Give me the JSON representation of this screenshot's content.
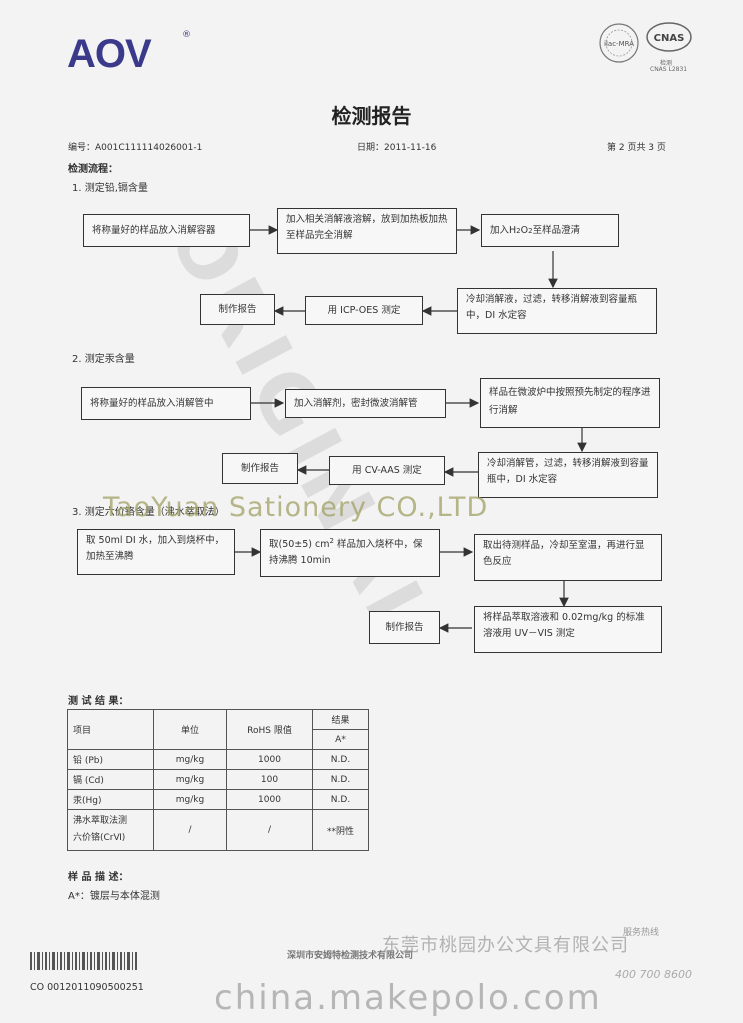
{
  "header": {
    "brand": "AOV",
    "brand_mark": "®",
    "cert_logo_1": "ilac-MRA",
    "cert_logo_2": "CNAS",
    "cert_caption_1": "检测",
    "cert_caption_2": "CNAS L2831"
  },
  "report": {
    "title": "检测报告",
    "number": "编号：A001C111114026001-1",
    "date": "日期：2011-11-16",
    "page": "第 2 页共 3 页",
    "flow_title": "检测流程："
  },
  "section1": {
    "heading": "1. 测定铅,镉含量",
    "s1": "将称量好的样品放入消解容器",
    "s2": "加入相关消解液溶解，放到加热板加热至样品完全消解",
    "s3_pre": "加入",
    "s3_chem": "H",
    "s3_sub1": "2",
    "s3_o": "O",
    "s3_sub2": "2",
    "s3_post": "至样品澄清",
    "s4": "冷却消解液，过滤，转移消解液到容量瓶中，DI 水定容",
    "s5": "用 ICP-OES 测定",
    "s6": "制作报告"
  },
  "section2": {
    "heading": "2. 测定汞含量",
    "s1": "将称量好的样品放入消解管中",
    "s2": "加入消解剂，密封微波消解管",
    "s3": "样品在微波炉中按照预先制定的程序进行消解",
    "s4": "冷却消解管，过滤，转移消解液到容量瓶中，DI 水定容",
    "s5": "用 CV-AAS 测定",
    "s6": "制作报告"
  },
  "section3": {
    "heading": "3. 测定六价铬含量（沸水萃取法）",
    "s1": "取 50ml DI 水，加入到烧杯中，加热至沸腾",
    "s2_a": "取(50±5) cm",
    "s2_sup": "2",
    "s2_b": " 样品加入烧杯中，保持沸腾 10min",
    "s3": "取出待测样品，冷却至室温，再进行显色反应",
    "s4": "将样品萃取溶液和 0.02mg/kg 的标准溶液用 UV－VIS 测定",
    "s5": "制作报告"
  },
  "results": {
    "title": "测 试 结 果：",
    "headers": {
      "item": "项目",
      "unit": "单位",
      "limit": "RoHS 限值",
      "result": "结果",
      "sample": "A*"
    },
    "rows": [
      {
        "item": "铅 (Pb)",
        "unit": "mg/kg",
        "limit": "1000",
        "result": "N.D."
      },
      {
        "item": "镉 (Cd)",
        "unit": "mg/kg",
        "limit": "100",
        "result": "N.D."
      },
      {
        "item": "汞(Hg)",
        "unit": "mg/kg",
        "limit": "1000",
        "result": "N.D."
      },
      {
        "item_line1": "沸水萃取法测",
        "item_line2": "六价铬(CrⅥ)",
        "unit": "/",
        "limit": "/",
        "result": "**阴性"
      }
    ]
  },
  "sample_desc": {
    "title": "样 品 描 述：",
    "text": "A*：镀层与本体混测"
  },
  "footer": {
    "company": "深圳市安姆特检测技术有限公司",
    "barcode_text": "CO 0012011090500251",
    "hotline_label": "服务热线",
    "hotline": "400 700 8600"
  },
  "watermarks": {
    "taoyuan": "TaoYuan Sationery CO.,LTD",
    "chinese": "东莞市桃园办公文具有限公司",
    "makepolo": "china.makepolo.com",
    "original": "ORIGINAL"
  },
  "colors": {
    "brand": "#3b3a8a",
    "ink": "#333333"
  }
}
